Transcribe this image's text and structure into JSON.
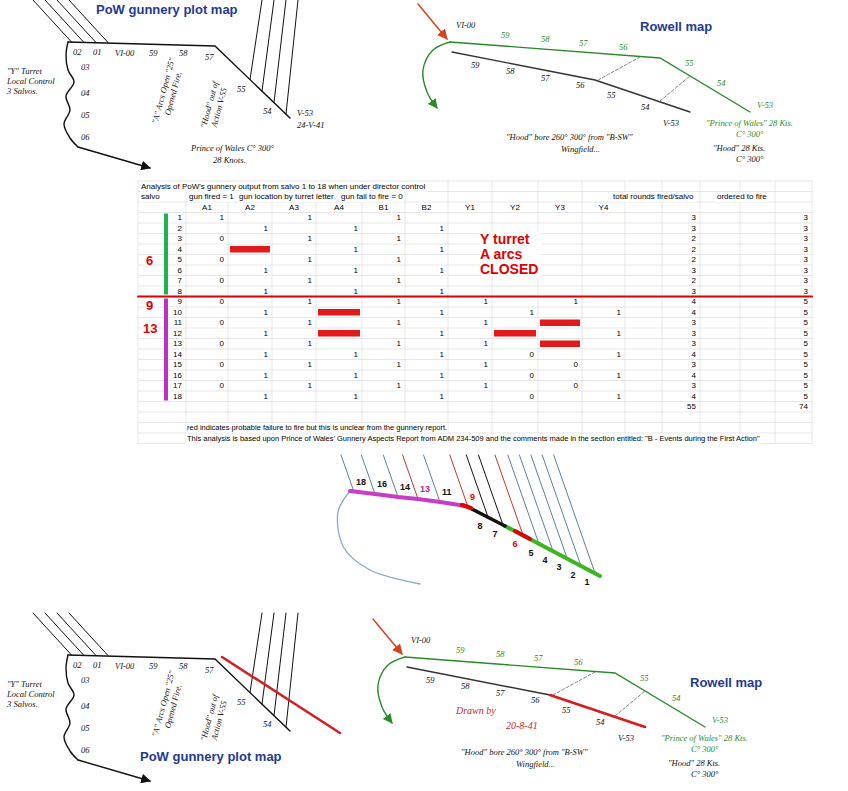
{
  "diagram": {
    "labels": [
      "PoW gunnery plot map",
      "\"Y\" Turret Local Control 3 Salvos.",
      "02",
      "01",
      "03",
      "04",
      "05",
      "06",
      "VI-00",
      "59",
      "58",
      "57",
      "55",
      "54",
      "\"A\" Arcs Open \"25\" Opened Fire.",
      "\"Hood\" out of Action V-55",
      "V-53",
      "24-V-41",
      "Prince of Wales C° 300°",
      "28 Knots.",
      "Rowell map",
      "VI-00",
      "59",
      "58",
      "57",
      "56",
      "55",
      "54",
      "V-53",
      "59",
      "58",
      "57",
      "56",
      "55",
      "54",
      "V-53",
      "\"Prince of Wales\" 28 Kts.",
      "C° 300°",
      "\"Hood\" 28 Kts.",
      "C° 300°",
      "\"Hood\" bore 260° 300° from \"B-SW\"",
      "Wingfield...",
      "Analysis of PoW's gunnery output from salvo 1 to 18 when under director control",
      "salvo",
      "gun fired = 1",
      "gun location by turret letter",
      "gun fail to fire = 0",
      "total rounds fired/salvo",
      "ordered to fire",
      "A1",
      "A2",
      "A3",
      "A4",
      "B1",
      "B2",
      "Y1",
      "Y2",
      "Y3",
      "Y4",
      "1",
      "1",
      "1",
      "1",
      "3",
      "3",
      "2",
      "1",
      "1",
      "1",
      "3",
      "3",
      "3",
      "0",
      "1",
      "1",
      "2",
      "3",
      "4",
      "1",
      "1",
      "2",
      "3",
      "5",
      "0",
      "1",
      "1",
      "2",
      "3",
      "6",
      "1",
      "1",
      "1",
      "3",
      "3",
      "7",
      "0",
      "1",
      "1",
      "2",
      "3",
      "8",
      "1",
      "1",
      "1",
      "3",
      "3",
      "9",
      "0",
      "1",
      "1",
      "1",
      "1",
      "4",
      "5",
      "10",
      "1",
      "1",
      "1",
      "1",
      "4",
      "5",
      "11",
      "0",
      "1",
      "1",
      "1",
      "3",
      "5",
      "12",
      "1",
      "1",
      "1",
      "3",
      "5",
      "13",
      "0",
      "1",
      "1",
      "1",
      "3",
      "5",
      "14",
      "1",
      "1",
      "1",
      "0",
      "1",
      "4",
      "5",
      "15",
      "0",
      "1",
      "1",
      "1",
      "0",
      "3",
      "5",
      "16",
      "1",
      "1",
      "1",
      "0",
      "1",
      "4",
      "5",
      "17",
      "0",
      "1",
      "1",
      "1",
      "0",
      "3",
      "5",
      "18",
      "1",
      "1",
      "1",
      "0",
      "1",
      "4",
      "5",
      "55",
      "74",
      "red indicates probable failure to fire but this is unclear from the gunnery report.",
      "This analysis is based upon Prince of Wales' Gunnery Aspects Report from ADM 234-509 and the comments made in the section entitled: \"B - Events during the First Action\"",
      "Y turret A arcs CLOSED",
      "6",
      "9",
      "13",
      "18",
      "16",
      "14",
      "13",
      "11",
      "9",
      "8",
      "7",
      "6",
      "5",
      "4",
      "3",
      "2",
      "1",
      "PoW gunnery plot map",
      "\"Y\" Turret Local Control 3 Salvos.",
      "02",
      "01",
      "03",
      "04",
      "05",
      "06",
      "VI-00",
      "59",
      "58",
      "57",
      "55",
      "54",
      "\"A\" Arcs Open \"25\" Opened Fire.",
      "\"Hood\" out of Action V-55",
      "Rowell map",
      "VI-00",
      "59",
      "58",
      "57",
      "56",
      "55",
      "54",
      "V-53",
      "59",
      "58",
      "57",
      "56",
      "55",
      "54",
      "V-53",
      "\"Prince of Wales\" 28 Kts.",
      "C° 300°",
      "\"Hood\" 28 Kts.",
      "C° 300°",
      "\"Hood\" bore 260° 300° from \"B-SW\"",
      "Wingfield...",
      "Drawn by",
      "20-8-41"
    ]
  }
}
